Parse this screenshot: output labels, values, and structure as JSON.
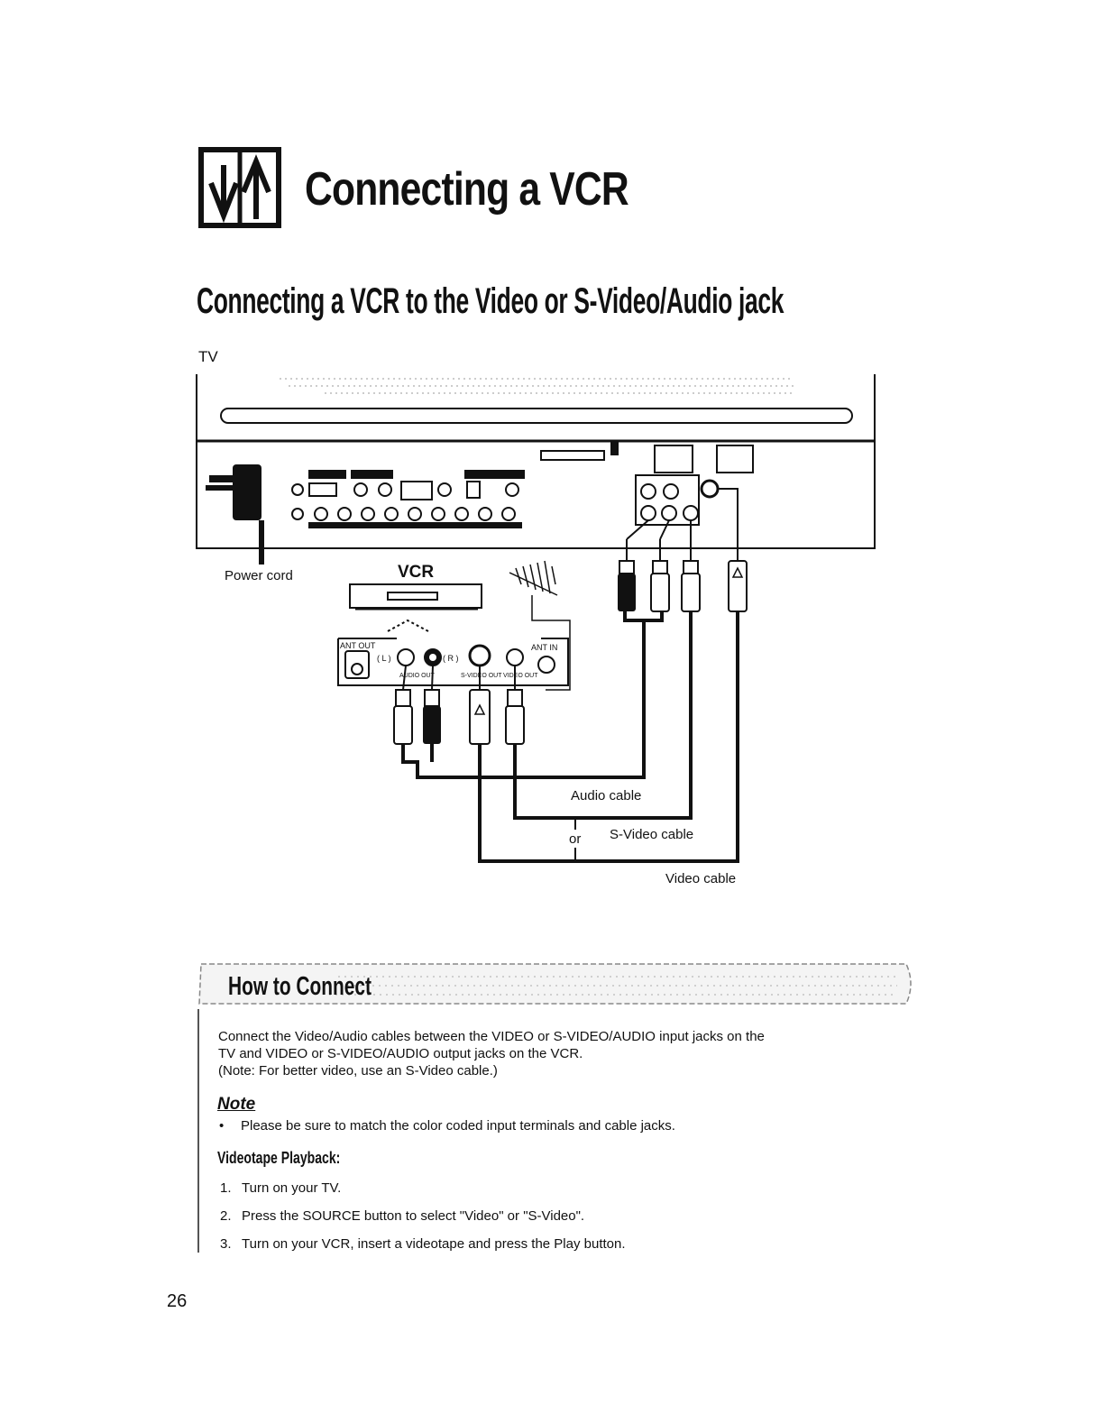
{
  "header": {
    "title": "Connecting a VCR",
    "icon": "connection-arrows-icon"
  },
  "section": {
    "title": "Connecting a VCR to the Video or S-Video/Audio jack"
  },
  "diagram": {
    "tv_label": "TV",
    "power_cord_label": "Power cord",
    "vcr_label": "VCR",
    "vcr_jacks": {
      "ant_out": "ANT OUT",
      "left": "( L )",
      "right": "( R )",
      "ant_in": "ANT IN",
      "audio_out": "AUDIO OUT",
      "svideo_out": "S-VIDEO OUT",
      "video_out": "VIDEO OUT"
    },
    "audio_cable_label": "Audio cable",
    "or_label": "or",
    "svideo_cable_label": "S-Video cable",
    "video_cable_label": "Video cable"
  },
  "how_to_connect": {
    "title": "How to Connect",
    "text_line1": "Connect the Video/Audio cables between the VIDEO or S-VIDEO/AUDIO input jacks on the",
    "text_line2": "TV and VIDEO or S-VIDEO/AUDIO output jacks on the VCR.",
    "text_line3": "(Note: For better video, use an S-Video cable.)"
  },
  "note": {
    "title": "Note",
    "bullet": "•",
    "text": "Please be sure to match the color coded input terminals and cable jacks."
  },
  "playback": {
    "title": "Videotape Playback:",
    "steps": [
      {
        "num": "1.",
        "text": "Turn on your TV."
      },
      {
        "num": "2.",
        "text": "Press the SOURCE button to select \"Video\" or \"S-Video\"."
      },
      {
        "num": "3.",
        "text": "Turn on your VCR, insert a videotape and press the Play button."
      }
    ]
  },
  "page_number": "26"
}
